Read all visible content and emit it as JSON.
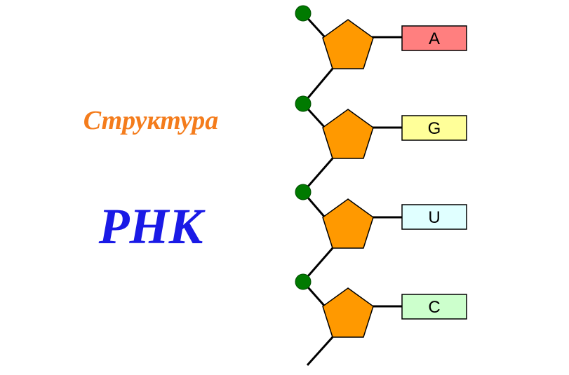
{
  "title": {
    "line1": "Структура",
    "line2": "РНК"
  },
  "nucleotides": [
    {
      "base": "A",
      "base_color": "#ff7f7f"
    },
    {
      "base": "G",
      "base_color": "#ffff99"
    },
    {
      "base": "U",
      "base_color": "#e0ffff"
    },
    {
      "base": "C",
      "base_color": "#ccffcc"
    }
  ],
  "colors": {
    "sugar": "#ff9900",
    "phosphate": "#007a00",
    "title_line1": "#f47c1c",
    "title_line2": "#1a1ae6"
  }
}
